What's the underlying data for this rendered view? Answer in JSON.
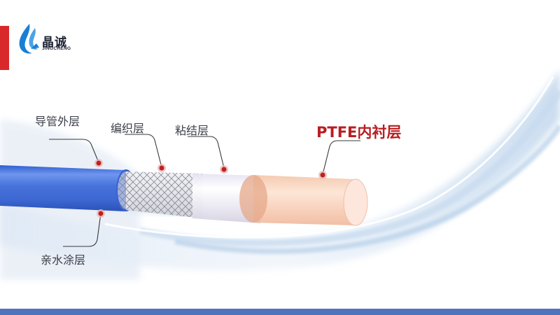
{
  "brand": {
    "name_cn": "晶诚",
    "name_en": "JINGCHENG",
    "accent_red": "#d9282a",
    "logo_blue": "#1a7fd4"
  },
  "diagram": {
    "title": "PTFE内衬层",
    "layers": [
      {
        "id": "outer",
        "label": "导管外层",
        "color": "#3f6fd6"
      },
      {
        "id": "braid",
        "label": "编织层",
        "color": "#c9ccd6"
      },
      {
        "id": "adhesive",
        "label": "粘结层",
        "color": "#ebe8f4"
      },
      {
        "id": "ptfe",
        "label": "PTFE内衬层",
        "color": "#f6c6ac"
      },
      {
        "id": "coating",
        "label": "亲水涂层",
        "color": "#3f6fd6"
      }
    ],
    "marker_color": "#c0201f",
    "leader_color": "#3a3a3a"
  },
  "footer": {
    "bar_color": "#5073bd"
  }
}
